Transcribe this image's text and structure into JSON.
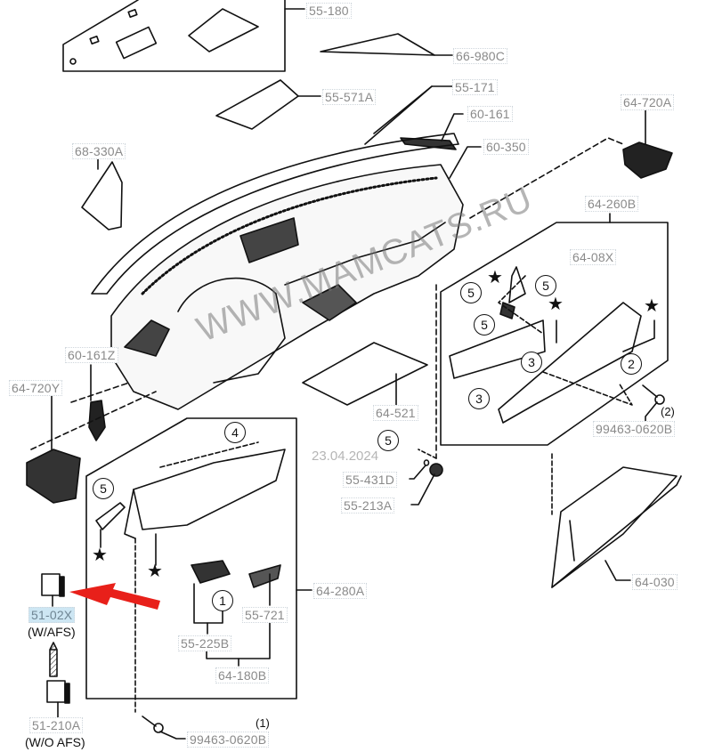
{
  "diagram": {
    "part_labels": {
      "l55_180": "55-180",
      "l66_980c": "66-980C",
      "l55_571a": "55-571A",
      "l55_171": "55-171",
      "l60_161": "60-161",
      "l64_720a": "64-720A",
      "l68_330a": "68-330A",
      "l60_350": "60-350",
      "l64_260b": "64-260B",
      "l64_08x": "64-08X",
      "l60_161z": "60-161Z",
      "l64_720y": "64-720Y",
      "l64_521": "64-521",
      "l99463_2": "99463-0620B",
      "l55_431d": "55-431D",
      "l55_213a": "55-213A",
      "l64_030": "64-030",
      "l64_280a": "64-280A",
      "l51_02x": "51-02X",
      "l55_721": "55-721",
      "l55_225b": "55-225B",
      "l64_180b": "64-180B",
      "l51_210a": "51-210A",
      "l99463_1": "99463-0620B"
    },
    "notes": {
      "w_afs": "(W/AFS)",
      "wo_afs": "(W/O AFS)",
      "qty_2": "(2)",
      "qty_1": "(1)"
    },
    "callouts": {
      "c1": "1",
      "c2": "2",
      "c3a": "3",
      "c3b": "3",
      "c4": "4",
      "c5a": "5",
      "c5b": "5",
      "c5c": "5",
      "c5d": "5",
      "c5e": "5"
    },
    "star_symbol": "★",
    "watermark": "WWW.MAMCATS.RU",
    "date_stamp": "23.04.2024",
    "colors": {
      "line": "#111111",
      "label_text": "#8a8a8a",
      "highlight_bg": "#cde6f3",
      "arrow": "#e8201a",
      "watermark": "#8c8c8c"
    }
  }
}
